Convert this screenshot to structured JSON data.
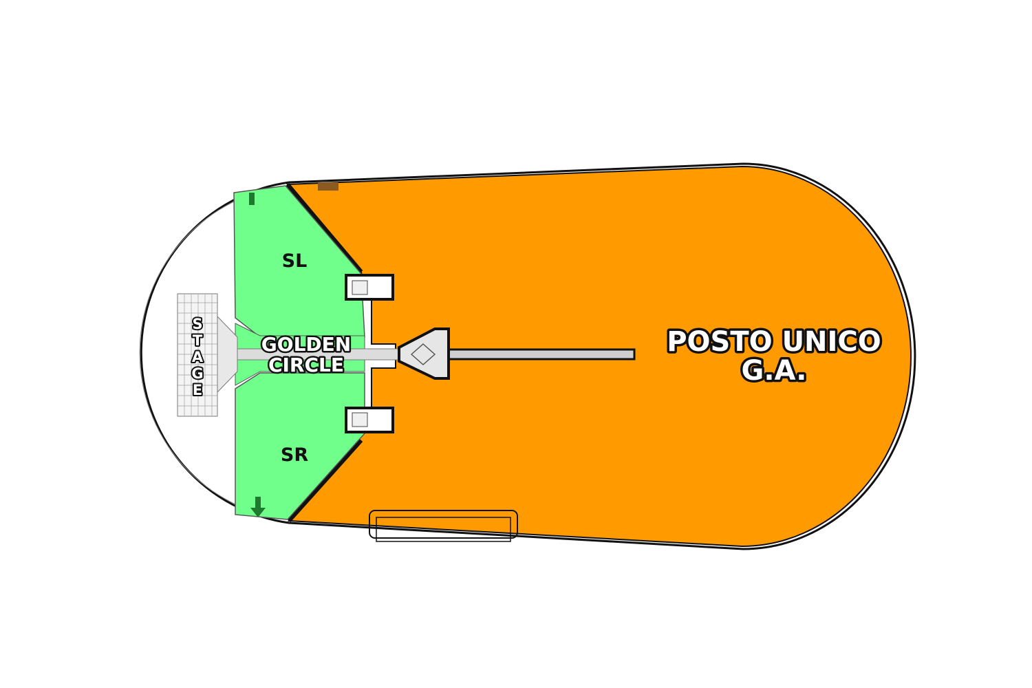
{
  "venue": {
    "zones": {
      "general_admission": {
        "line1": "POSTO UNICO",
        "line2": "G.A.",
        "color": "#FF9A00"
      },
      "golden_circle": {
        "line1": "GOLDEN",
        "line2": "CIRCLE",
        "color": "#6FFF8A"
      },
      "stage_left": {
        "label": "SL",
        "color": "#6FFF8A"
      },
      "stage_right": {
        "label": "SR",
        "color": "#6FFF8A"
      }
    },
    "stage": {
      "letters": [
        "S",
        "T",
        "A",
        "G",
        "E"
      ]
    },
    "colors": {
      "outline": "#111111",
      "track": "#ffffff",
      "arrow": "#1E7A2E"
    },
    "icons": {
      "exit_arrow": "arrow-down-icon"
    }
  }
}
